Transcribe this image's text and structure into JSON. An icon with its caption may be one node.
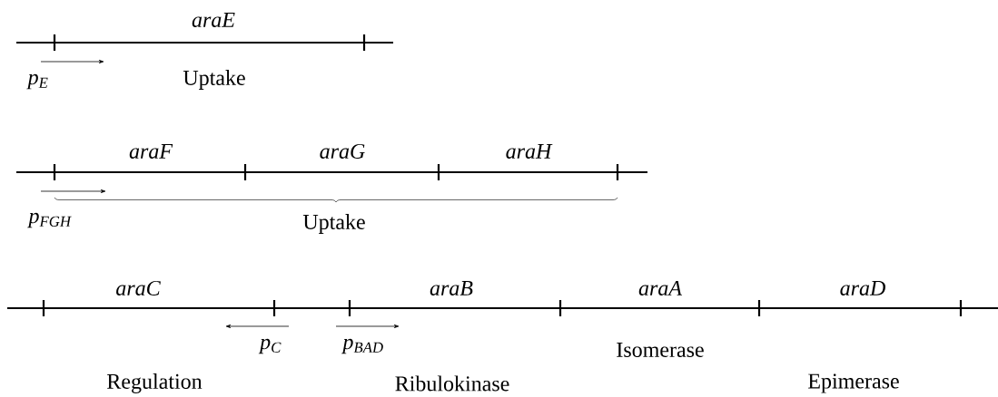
{
  "diagram": {
    "labels": [
      "araE",
      "p$_{E}$",
      "Uptake",
      "araF",
      "araG",
      "araH",
      "p$_{FGH}$",
      "Uptake",
      "araC",
      "araB",
      "araA",
      "araD",
      "p$_{C}$",
      "p$_{BAD}$",
      "Isomerase",
      "Regulation",
      "Ribulokinase",
      "Epimerase"
    ]
  }
}
